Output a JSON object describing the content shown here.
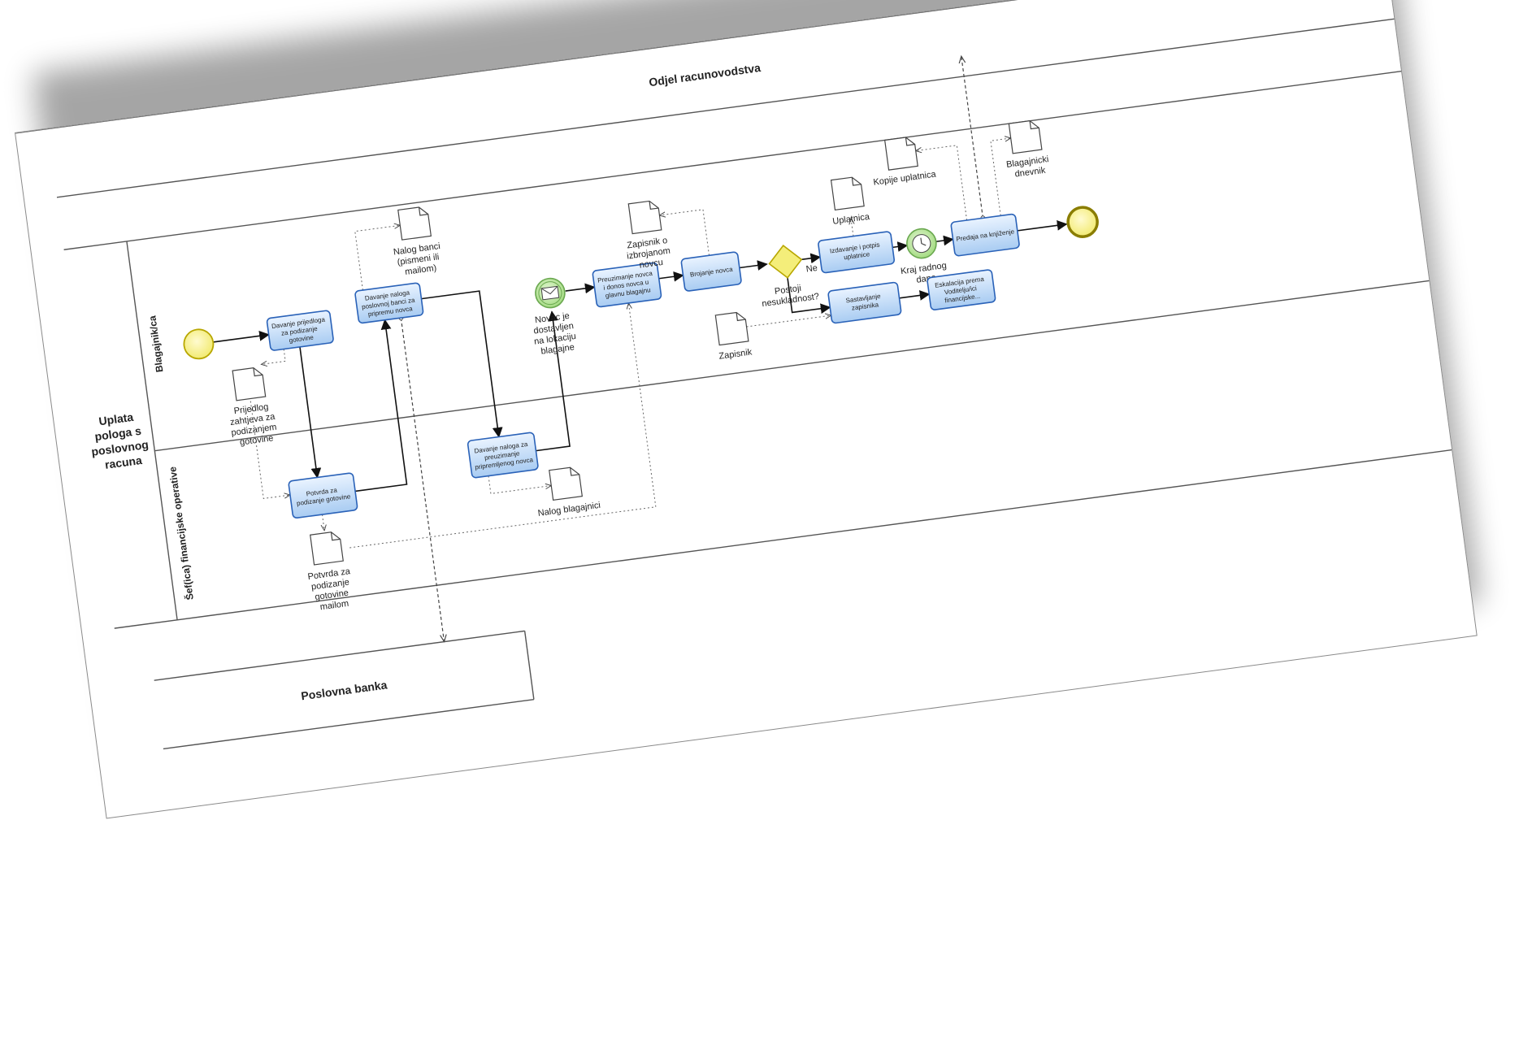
{
  "pools": {
    "top": "Odjel racunovodstva",
    "main": "Uplata pologa s poslovnog racuna",
    "bottom": "Poslovna banka"
  },
  "lanes": {
    "blagajnik": "Blagajnik/ca",
    "sef": "Šef(ica) financijske operative"
  },
  "tasks": {
    "davanje_prijedloga": "Davanje prijedloga za podizanje gotovine",
    "davanje_naloga_banci": "Davanje naloga poslovnoj banci za pripremu novca",
    "potvrda_podizanje": "Potvrda za podizanje gotovine",
    "davanje_naloga_preuzimanje": "Davanje naloga za preuzimanje pripremljenog novca",
    "preuzimanje_novca": "Preuzimanje novca i donos novca u glavnu blagajnu",
    "brojanje_novca": "Brojanje novca",
    "izdavanje_uplatnice": "Izdavanje i potpis uplatnice",
    "predaja_knjizenje": "Predaja na knjiženje",
    "sastavljanje_zapisnika": "Sastavljanje zapisnika",
    "eskalacija": "Eskalacija prema Voditelju/ici financijske..."
  },
  "documents": {
    "prijedlog": "Prijedlog zahtjeva za podizanjem gotovine",
    "nalog_banci": "Nalog banci (pismeni ili mailom)",
    "nalog_blagajnici": "Nalog blagajnici",
    "potvrda_mailom": "Potvrda za podizanje gotovine mailom",
    "zapisnik_o_novcu": "Zapisnik o izbrojanom novcu",
    "uplatnica": "Uplatnica",
    "kopije_uplatnica": "Kopije uplatnica",
    "blagajnicki_dnevnik": "Blagajnicki dnevnik",
    "zapisnik": "Zapisnik"
  },
  "events": {
    "novac_dostavljen": "Novac je dostavljen na lokaciju blagajne",
    "kraj_radnog_dana": "Kraj radnog dana"
  },
  "gateway": {
    "question": "Postoji nesukladnost?",
    "no_label": "Ne"
  },
  "colors": {
    "task_fill_top": "#e9f3ff",
    "task_fill_bottom": "#a9ccf2",
    "task_stroke": "#2a62b8",
    "event_yellow": "#f4ee7a",
    "event_green": "#a8dd86"
  }
}
